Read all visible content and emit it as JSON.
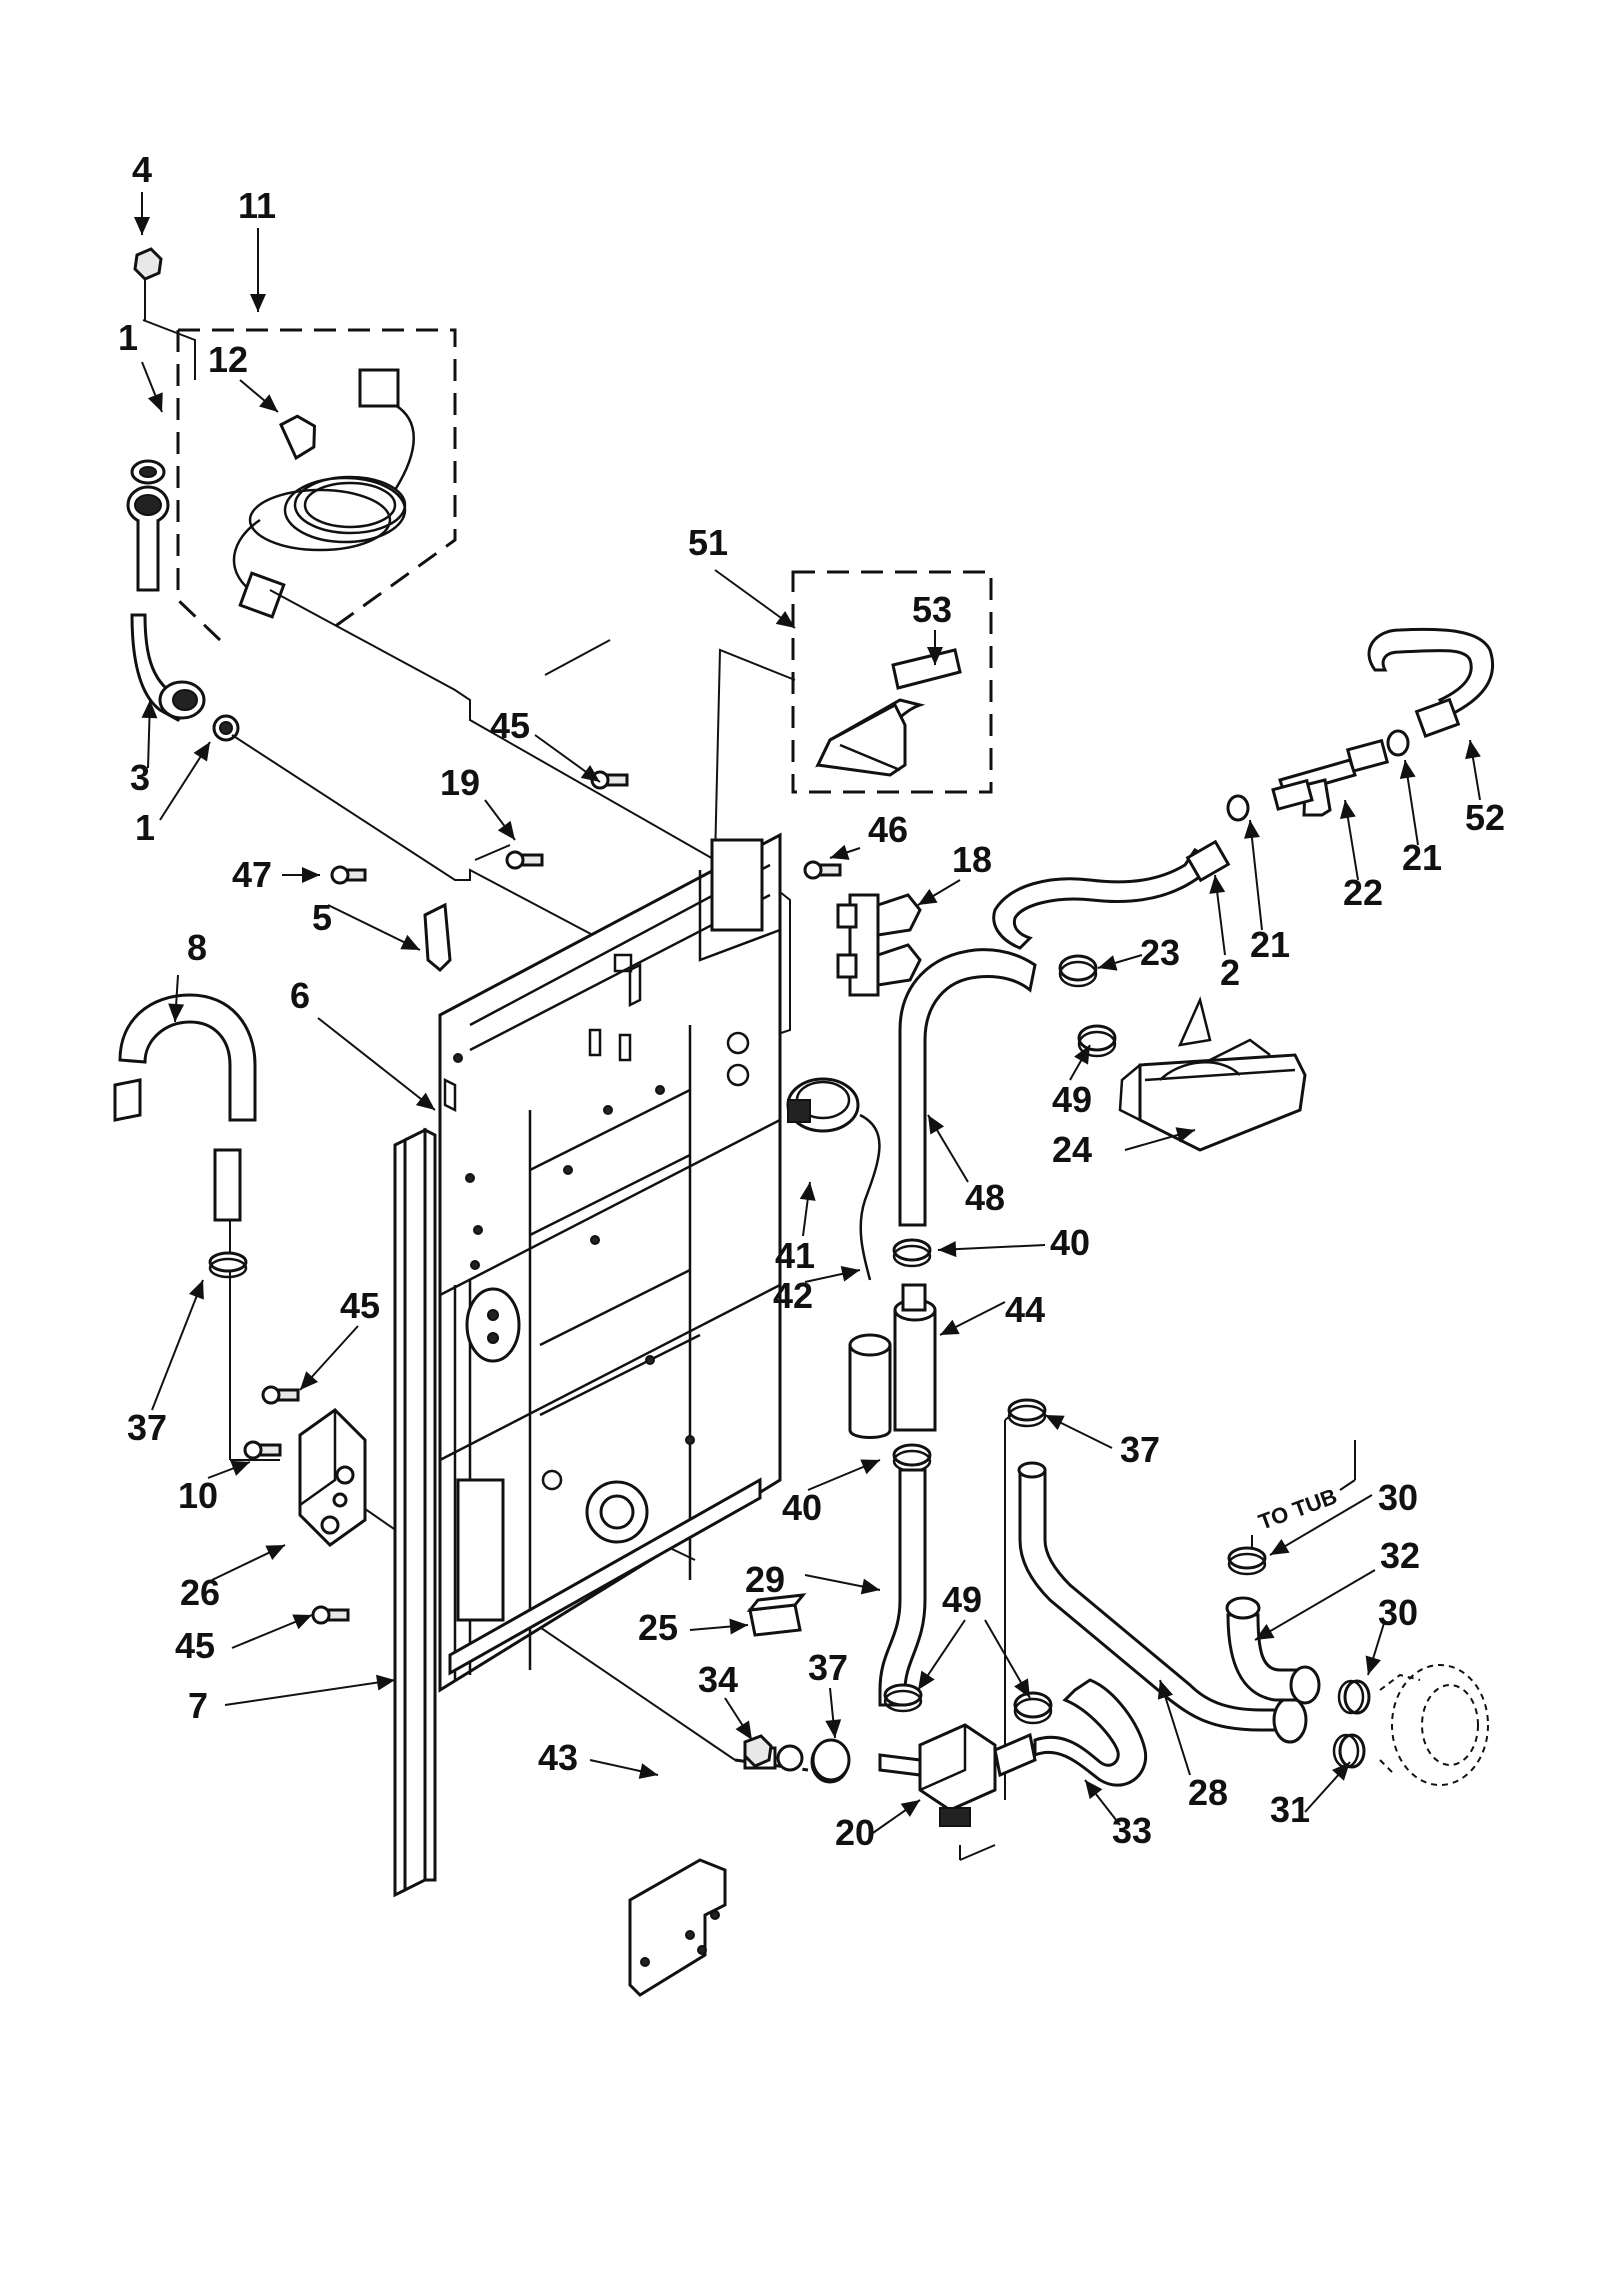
{
  "labels": [
    {
      "id": "4a",
      "text": "4"
    },
    {
      "id": "11",
      "text": "11"
    },
    {
      "id": "12",
      "text": "12"
    },
    {
      "id": "1a",
      "text": "1"
    },
    {
      "id": "3",
      "text": "3"
    },
    {
      "id": "1b",
      "text": "1"
    },
    {
      "id": "51",
      "text": "51"
    },
    {
      "id": "53",
      "text": "53"
    },
    {
      "id": "45a",
      "text": "45"
    },
    {
      "id": "19",
      "text": "19"
    },
    {
      "id": "47",
      "text": "47"
    },
    {
      "id": "5",
      "text": "5"
    },
    {
      "id": "46",
      "text": "46"
    },
    {
      "id": "18",
      "text": "18"
    },
    {
      "id": "52",
      "text": "52"
    },
    {
      "id": "21a",
      "text": "21"
    },
    {
      "id": "22",
      "text": "22"
    },
    {
      "id": "21b",
      "text": "21"
    },
    {
      "id": "2",
      "text": "2"
    },
    {
      "id": "23",
      "text": "23"
    },
    {
      "id": "8",
      "text": "8"
    },
    {
      "id": "6",
      "text": "6"
    },
    {
      "id": "49a",
      "text": "49"
    },
    {
      "id": "24",
      "text": "24"
    },
    {
      "id": "48",
      "text": "48"
    },
    {
      "id": "41",
      "text": "41"
    },
    {
      "id": "40a",
      "text": "40"
    },
    {
      "id": "42",
      "text": "42"
    },
    {
      "id": "44",
      "text": "44"
    },
    {
      "id": "37a",
      "text": "37"
    },
    {
      "id": "45b",
      "text": "45"
    },
    {
      "id": "37b",
      "text": "37"
    },
    {
      "id": "10",
      "text": "10"
    },
    {
      "id": "30a",
      "text": "30"
    },
    {
      "id": "40b",
      "text": "40"
    },
    {
      "id": "32",
      "text": "32"
    },
    {
      "id": "26",
      "text": "26"
    },
    {
      "id": "29",
      "text": "29"
    },
    {
      "id": "49b",
      "text": "49"
    },
    {
      "id": "30b",
      "text": "30"
    },
    {
      "id": "45c",
      "text": "45"
    },
    {
      "id": "25",
      "text": "25"
    },
    {
      "id": "7",
      "text": "7"
    },
    {
      "id": "34",
      "text": "34"
    },
    {
      "id": "37c",
      "text": "37"
    },
    {
      "id": "43",
      "text": "43"
    },
    {
      "id": "28",
      "text": "28"
    },
    {
      "id": "31",
      "text": "31"
    },
    {
      "id": "20",
      "text": "20"
    },
    {
      "id": "33",
      "text": "33"
    }
  ],
  "annotations": {
    "to_tub": "TO TUB"
  }
}
